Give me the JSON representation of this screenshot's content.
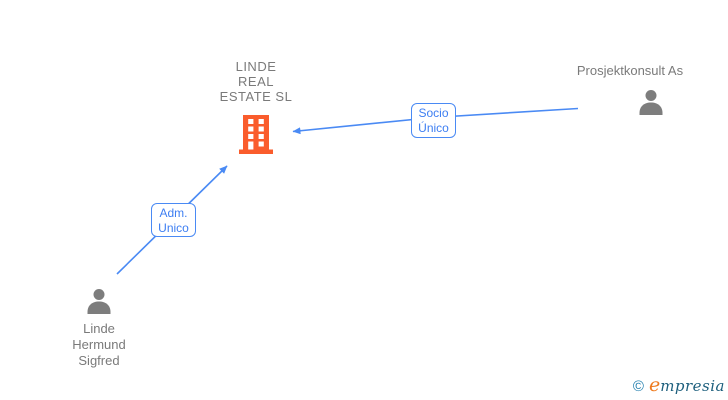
{
  "diagram": {
    "company": {
      "name": "LINDE REAL ESTATE SL",
      "name_lines": [
        "LINDE",
        "REAL",
        "ESTATE SL"
      ]
    },
    "shareholder": {
      "name": "Prosjektkonsult As"
    },
    "administrator": {
      "name": "Linde Hermund Sigfred",
      "name_lines": [
        "Linde",
        "Hermund",
        "Sigfred"
      ]
    },
    "edges": [
      {
        "id": "socio-unico",
        "label": "Socio Único",
        "label_lines": [
          "Socio",
          "Único"
        ],
        "from": "Prosjektkonsult As",
        "to": "LINDE REAL ESTATE SL"
      },
      {
        "id": "adm-unico",
        "label": "Adm. Unico",
        "label_lines": [
          "Adm.",
          "Unico"
        ],
        "from": "Linde Hermund Sigfred",
        "to": "LINDE REAL ESTATE SL"
      }
    ]
  },
  "watermark": {
    "copyright_symbol": "©",
    "brand_initial": "e",
    "brand_rest": "mpresia",
    "brand_full": "Empresia"
  },
  "colors": {
    "edge_blue": "#4a8af4",
    "label_text_blue": "#3d7ef2",
    "node_text_gray": "#7a7a7a",
    "icon_gray": "#7d7d7d",
    "building_orange": "#fa5c2c",
    "logo_orange": "#ef7a1d",
    "logo_teal": "#1e6f96"
  }
}
